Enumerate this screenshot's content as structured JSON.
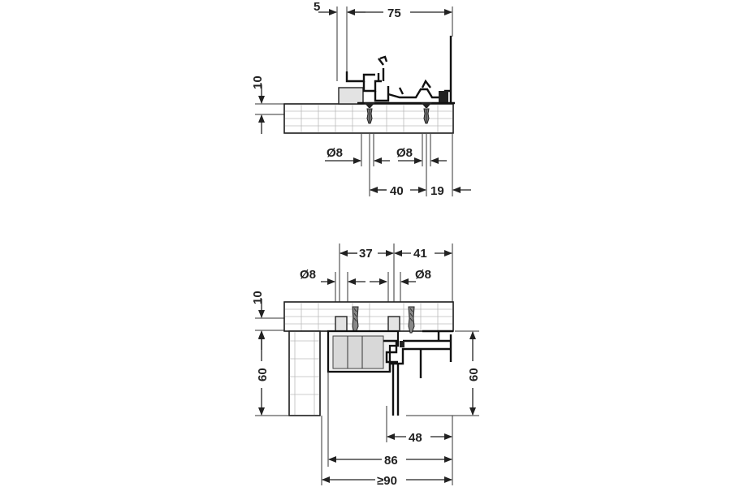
{
  "top_view": {
    "dim_5": "5",
    "dim_75": "75",
    "dim_10": "10",
    "dia_left": "Ø8",
    "dia_right": "Ø8",
    "dim_40": "40",
    "dim_19": "19"
  },
  "bottom_view": {
    "dim_37": "37",
    "dim_41": "41",
    "dia_left": "Ø8",
    "dia_right": "Ø8",
    "dim_10": "10",
    "dim_60_left": "60",
    "dim_60_right": "60",
    "dim_48": "48",
    "dim_86": "86",
    "dim_90": "≥90"
  }
}
